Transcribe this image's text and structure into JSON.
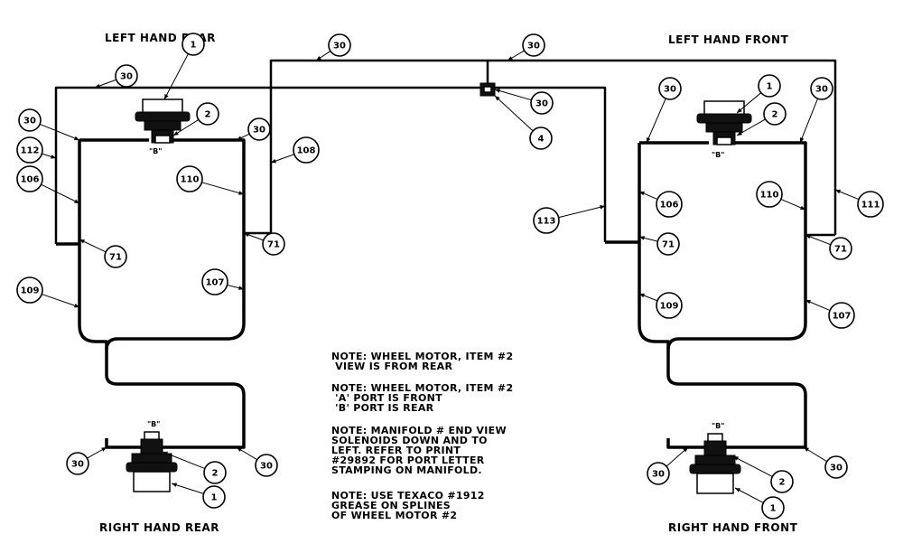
{
  "labels": {
    "left_hand_rear": "LEFT HAND REAR",
    "left_hand_front": "LEFT HAND FRONT",
    "right_hand_rear": "RIGHT HAND REAR",
    "right_hand_front": "RIGHT HAND FRONT"
  },
  "notes": [
    [
      "NOTE:  WHEEL MOTOR, ITEM #2",
      "          VIEW IS FROM REAR"
    ],
    [
      "NOTE:  WHEEL MOTOR, ITEM #2",
      "          'A' PORT IS FRONT",
      "          'B' PORT IS REAR"
    ],
    [
      "NOTE:  MANIFOLD  # END VIEW",
      "SOLENOIDS DOWN AND TO",
      "LEFT. REFER TO PRINT",
      "#29892 FOR PORT LETTER",
      "STAMPING ON MANIFOLD."
    ],
    [
      "NOTE:  USE TEXACO #1912",
      "GREASE ON SPLINES",
      "OF WHEEL MOTOR #2"
    ]
  ],
  "port_label": "\"B\"",
  "callouts": [
    {
      "id": "c30-tl",
      "text": "30"
    },
    {
      "id": "c1-lr",
      "text": "1"
    },
    {
      "id": "c2-lr",
      "text": "2"
    },
    {
      "id": "c30-l1",
      "text": "30"
    },
    {
      "id": "c30-l2",
      "text": "30"
    },
    {
      "id": "c112",
      "text": "112"
    },
    {
      "id": "c106-l",
      "text": "106"
    },
    {
      "id": "c110-l",
      "text": "110"
    },
    {
      "id": "c108",
      "text": "108"
    },
    {
      "id": "c71-l1",
      "text": "71"
    },
    {
      "id": "c71-l2",
      "text": "71"
    },
    {
      "id": "c109-l",
      "text": "109"
    },
    {
      "id": "c107-l",
      "text": "107"
    },
    {
      "id": "c30-top",
      "text": "30"
    },
    {
      "id": "c30-top2",
      "text": "30"
    },
    {
      "id": "c30-man",
      "text": "30"
    },
    {
      "id": "c4",
      "text": "4"
    },
    {
      "id": "c30-r1",
      "text": "30"
    },
    {
      "id": "c1-lf",
      "text": "1"
    },
    {
      "id": "c2-lf",
      "text": "2"
    },
    {
      "id": "c30-r2",
      "text": "30"
    },
    {
      "id": "c106-r",
      "text": "106"
    },
    {
      "id": "c110-r",
      "text": "110"
    },
    {
      "id": "c111",
      "text": "111"
    },
    {
      "id": "c113",
      "text": "113"
    },
    {
      "id": "c71-r1",
      "text": "71"
    },
    {
      "id": "c71-r2",
      "text": "71"
    },
    {
      "id": "c109-r",
      "text": "109"
    },
    {
      "id": "c107-r",
      "text": "107"
    },
    {
      "id": "c30-rr1",
      "text": "30"
    },
    {
      "id": "c2-rr",
      "text": "2"
    },
    {
      "id": "c30-rr2",
      "text": "30"
    },
    {
      "id": "c1-rr",
      "text": "1"
    },
    {
      "id": "c30-rf1",
      "text": "30"
    },
    {
      "id": "c2-rf",
      "text": "2"
    },
    {
      "id": "c30-rf2",
      "text": "30"
    },
    {
      "id": "c1-rf",
      "text": "1"
    }
  ]
}
